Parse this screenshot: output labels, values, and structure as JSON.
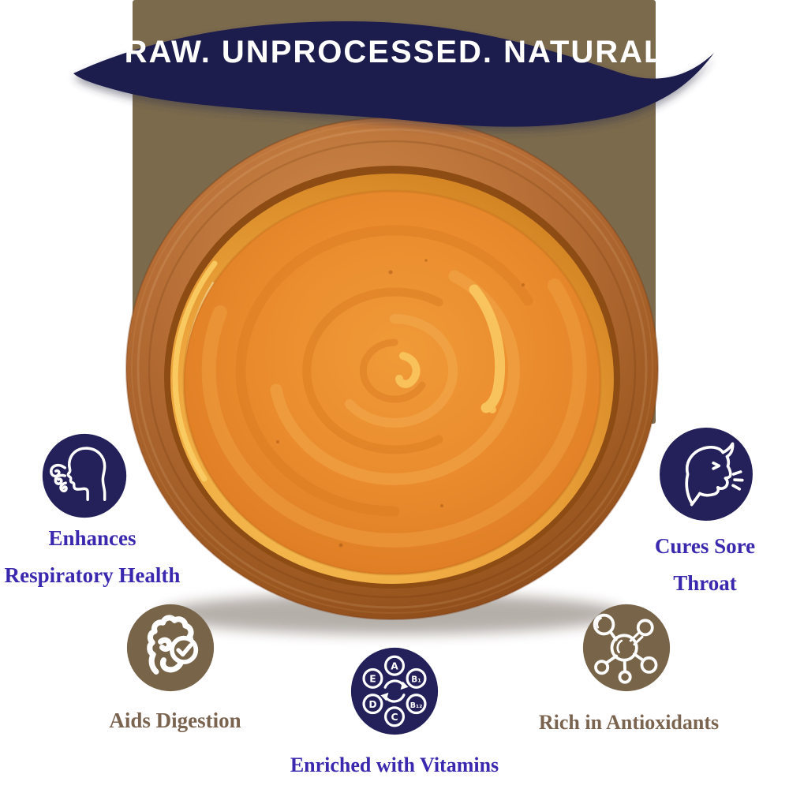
{
  "banner": {
    "title": "RAW. UNPROCESSED. NATURAL"
  },
  "colors": {
    "wave_navy": "#1b1b4d",
    "badge_navy": "#23205a",
    "panel_olive": "#7b6a4c",
    "badge_olive": "#786549",
    "label_violet": "#3a28ae",
    "label_brown": "#7a6450",
    "honey_orange": "#e8882c",
    "wood_brown": "#b06a33",
    "icon_stroke": "#ffffff"
  },
  "benefits": {
    "respiratory": {
      "line1": "Enhances",
      "line2": "Respiratory Health"
    },
    "sore_throat": {
      "line1": "Cures Sore",
      "line2": "Throat"
    },
    "digestion": {
      "line1": "Aids Digestion"
    },
    "vitamins": {
      "line1": "Enriched with Vitamins"
    },
    "antioxidants": {
      "line1": "Rich in Antioxidants"
    }
  },
  "vitamin_letters": [
    "A",
    "B₁",
    "B₁₂",
    "C",
    "D",
    "E"
  ]
}
